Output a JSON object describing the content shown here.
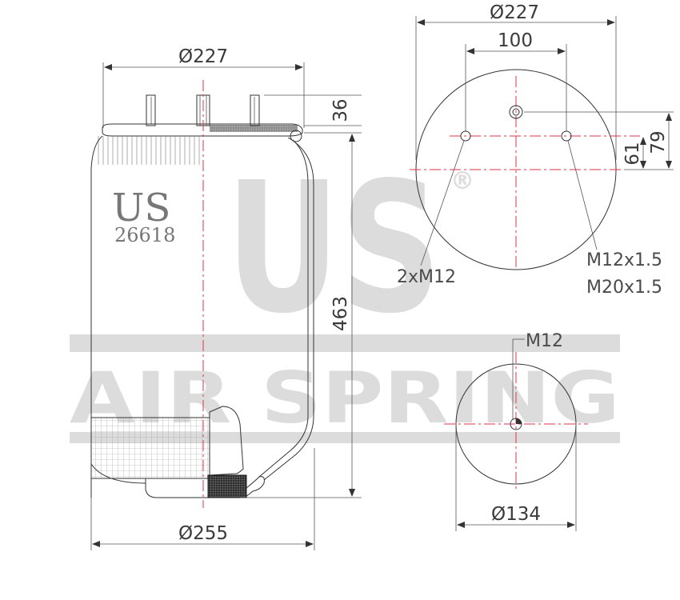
{
  "watermark": {
    "letters": "US",
    "registered": "®",
    "tagline": "AIR SPRING"
  },
  "brand": {
    "logo": "US",
    "part_number": "26618"
  },
  "side_view": {
    "top_diameter": "Ø227",
    "stud_height": "36",
    "overall_height": "463",
    "bottom_diameter": "Ø255"
  },
  "top_view": {
    "diameter": "Ø227",
    "stud_spacing": "100",
    "offset_a": "61",
    "offset_b": "79",
    "callout_left": "2xM12",
    "callout_right_1": "M12x1.5",
    "callout_right_2": "M20x1.5"
  },
  "bottom_view": {
    "thread": "M12",
    "diameter": "Ø134"
  },
  "colors": {
    "centerline": "#e0304a",
    "line": "#333333",
    "watermark": "#dcdcdc"
  }
}
